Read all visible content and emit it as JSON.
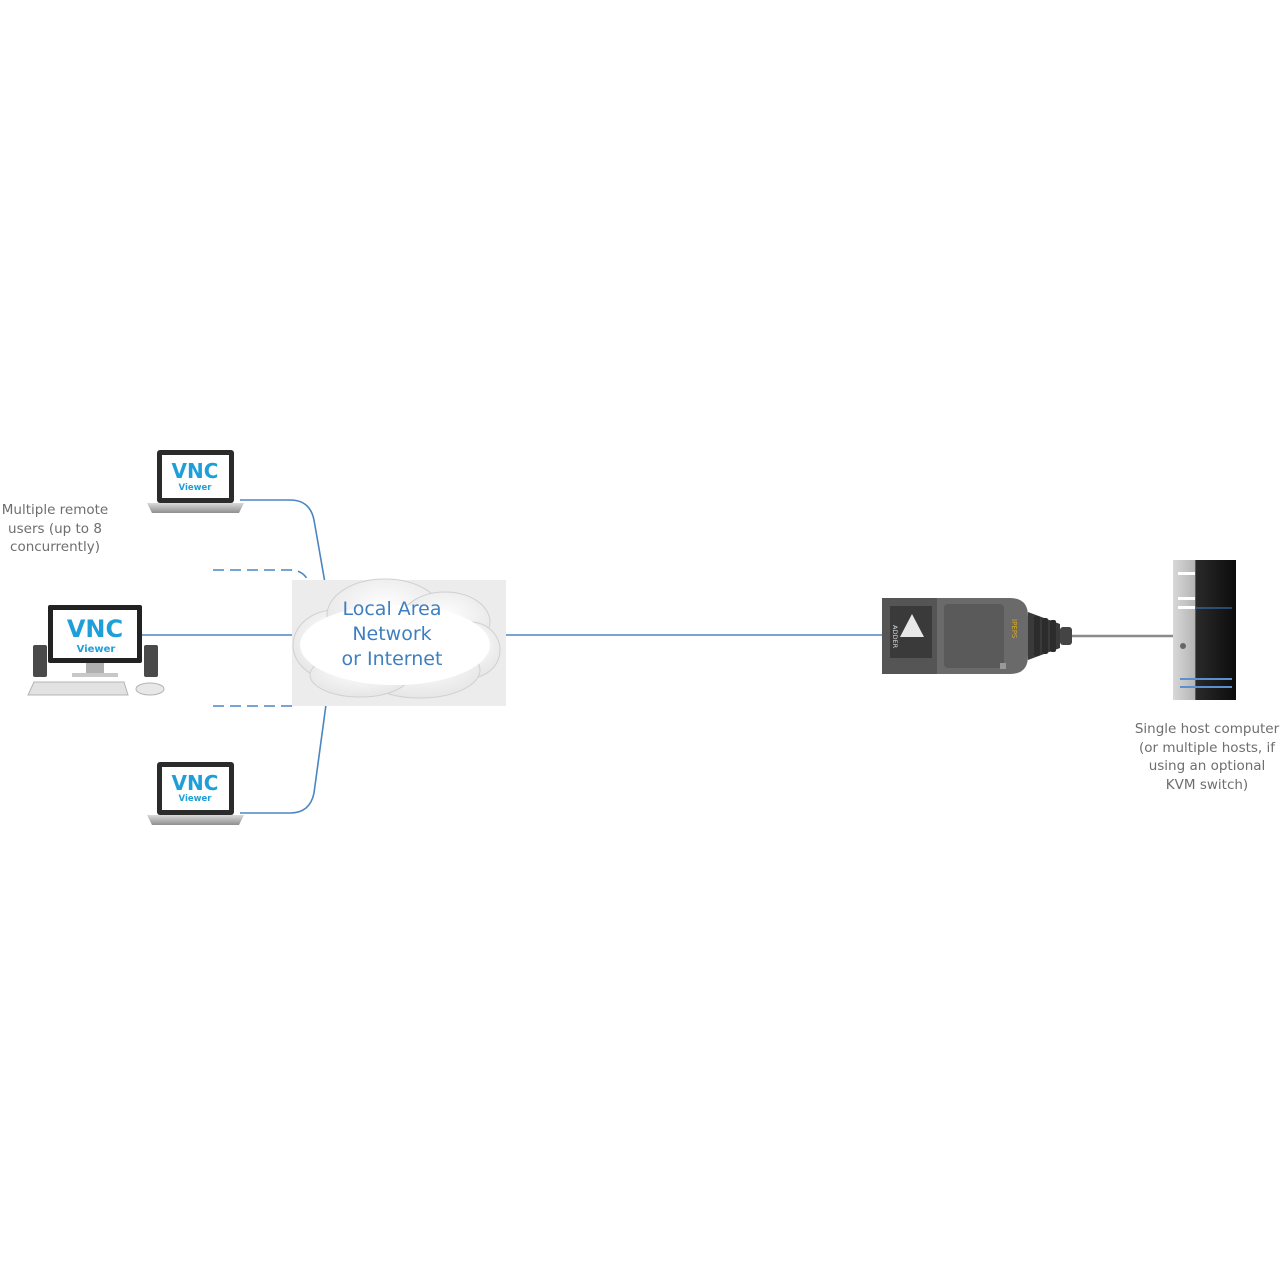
{
  "labels": {
    "remote_users": "Multiple remote users (up to 8 concurrently)",
    "host": "Single host computer (or multiple hosts, if using an optional KVM switch)"
  },
  "network": {
    "line1": "Local Area",
    "line2": "Network",
    "line3": "or Internet"
  },
  "client": {
    "logo_text": "VNC",
    "viewer_text": "Viewer"
  },
  "device": {
    "brand": "ADDER",
    "model": "IPEPS"
  },
  "colors": {
    "link": "#4a86c0",
    "logo": "#1f9fd8",
    "cloud_bg": "#ececec",
    "device_body": "#4a4a4a",
    "tower": "#1c1c1c"
  }
}
